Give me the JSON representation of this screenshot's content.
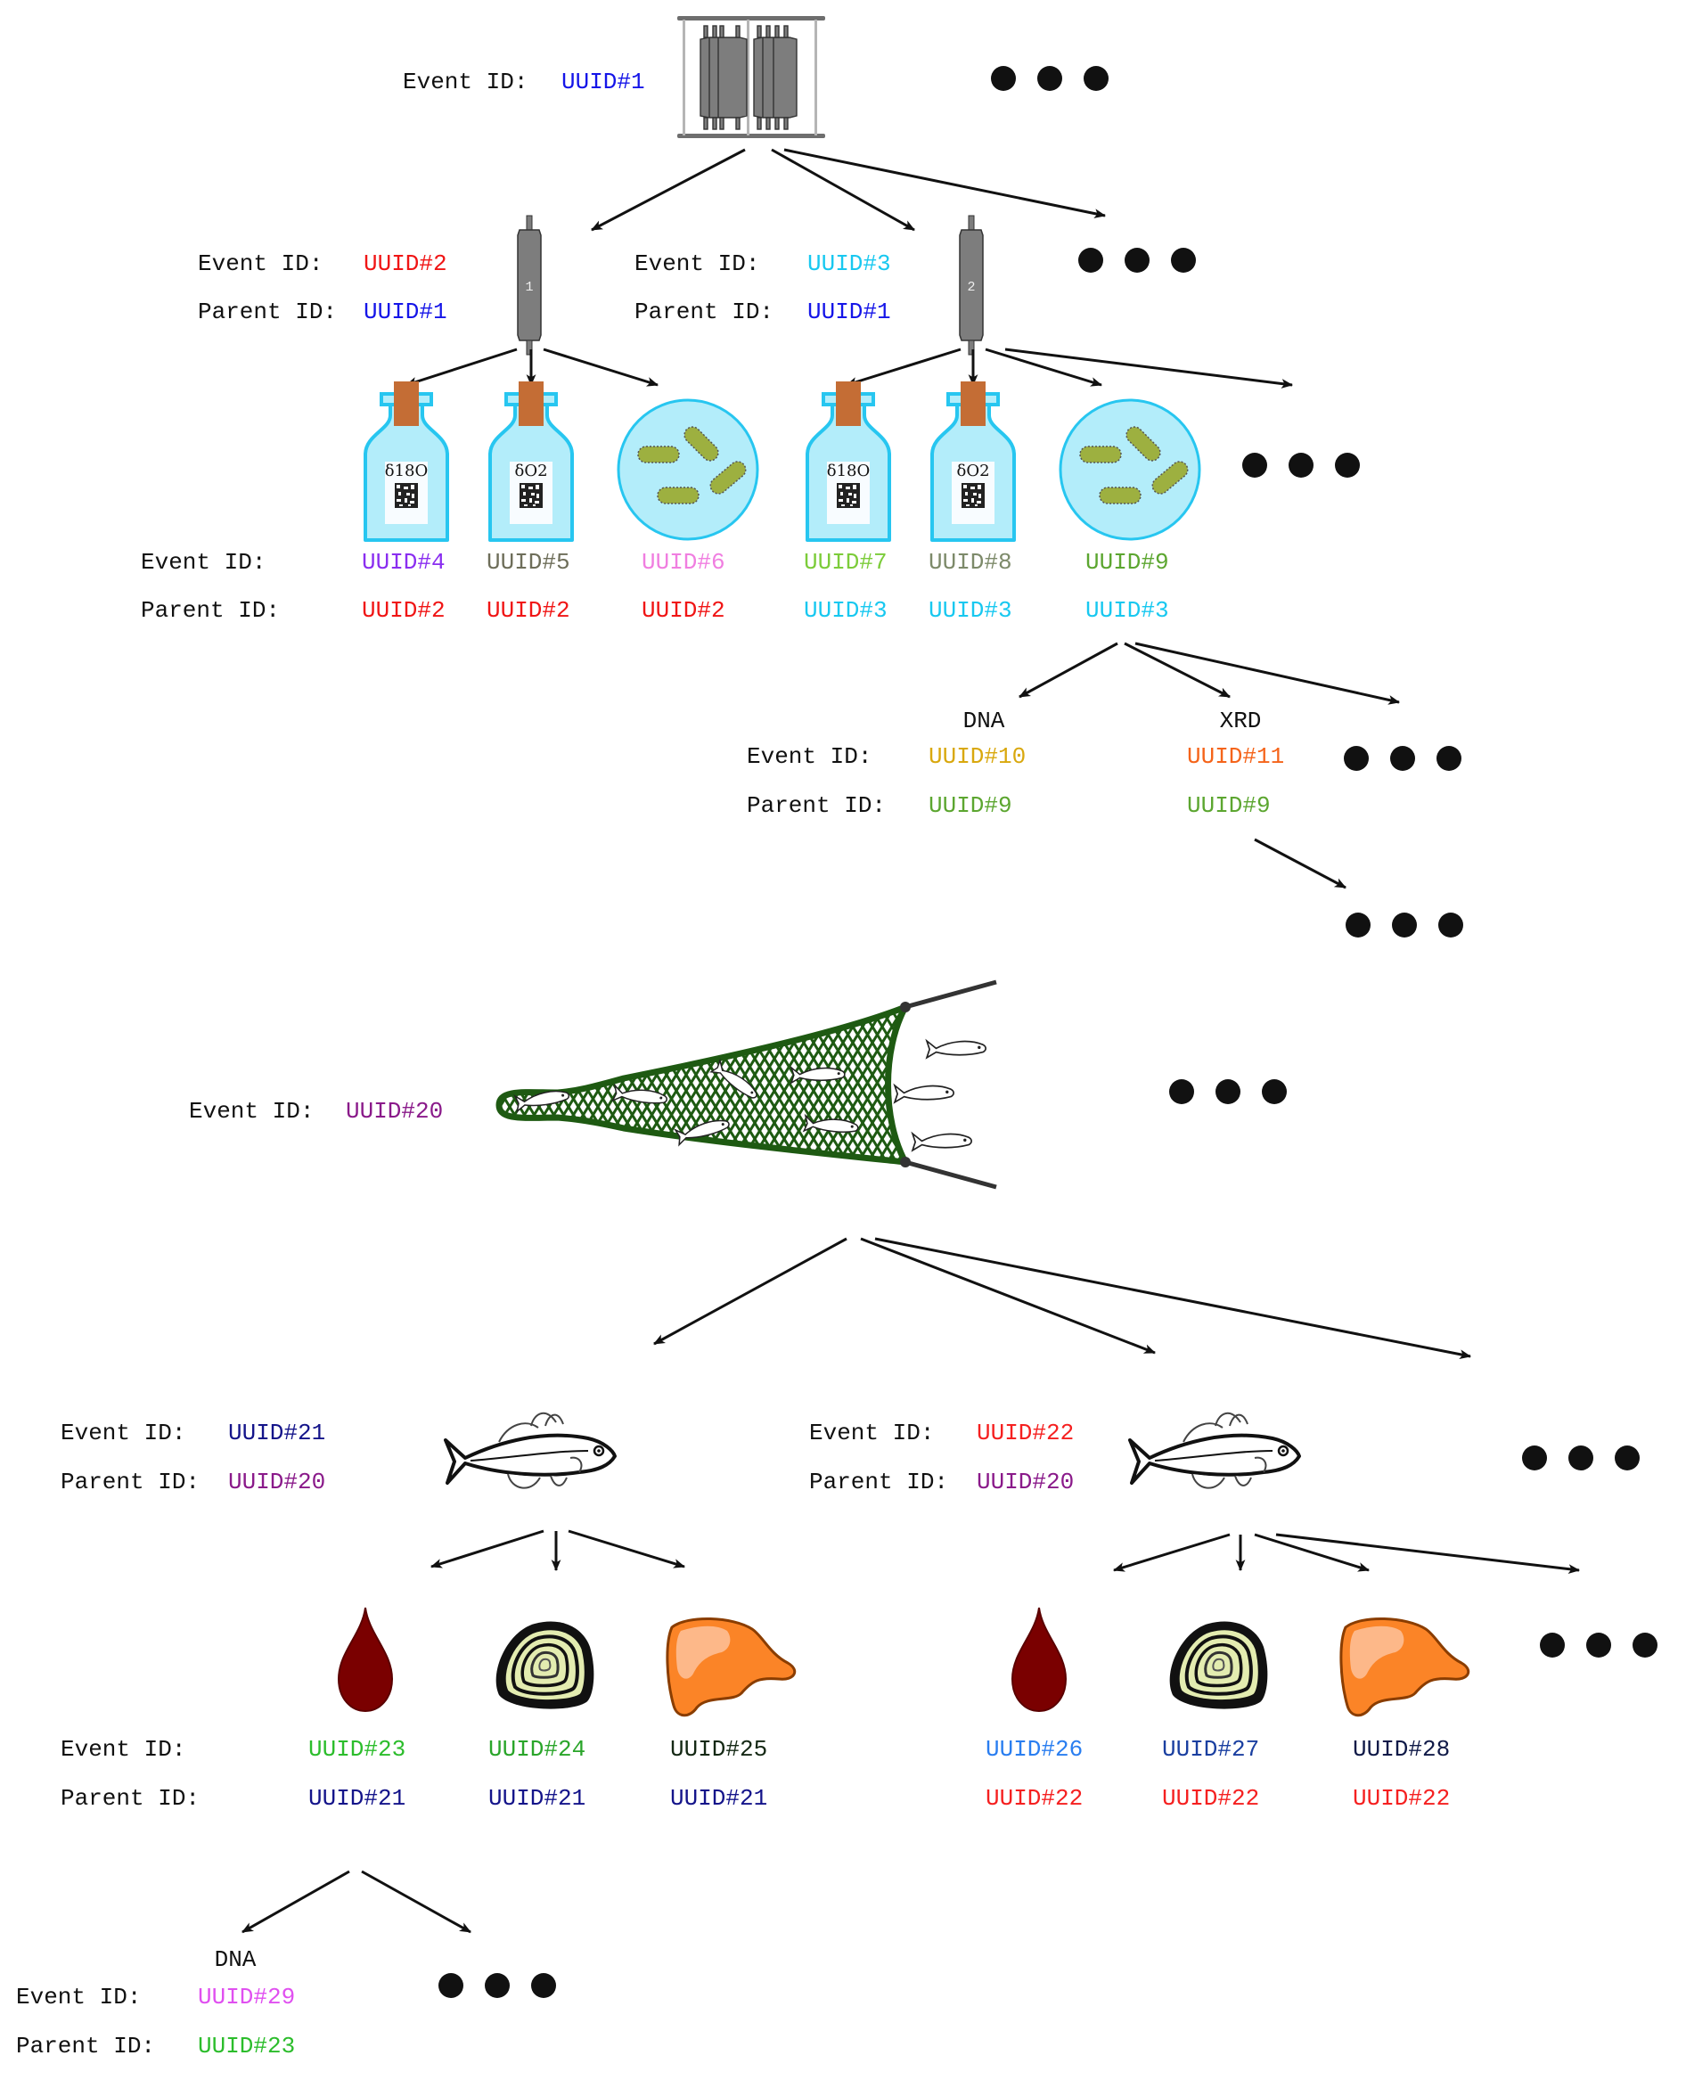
{
  "labels": {
    "event_id": "Event ID:",
    "parent_id": "Parent ID:",
    "dna": "DNA",
    "xrd": "XRD",
    "ellipsis": "more-items"
  },
  "colors": {
    "arrow": "#111111",
    "bottle_fill": "#b3edfa",
    "bottle_stroke": "#27c6f0",
    "cork": "#c46d35",
    "bacteria": "#9db040",
    "net": "#1e5a12",
    "blood": "#7a0000",
    "otolith_fill": "#e3ecb0",
    "liver": "#fb8427",
    "liver_highlight": "#fdb889",
    "column": "#7d7d7d"
  },
  "events": {
    "e1": {
      "id": "UUID#1",
      "color": "#1515e8"
    },
    "e2": {
      "id": "UUID#2",
      "color": "#f01515",
      "parent": "UUID#1",
      "parent_color": "#1515e8",
      "column_label": "1"
    },
    "e3": {
      "id": "UUID#3",
      "color": "#18c8f0",
      "parent": "UUID#1",
      "parent_color": "#1515e8",
      "column_label": "2"
    },
    "e4": {
      "id": "UUID#4",
      "color": "#8a2ef0",
      "parent": "UUID#2",
      "parent_color": "#f01515",
      "sample_label": "δ18O"
    },
    "e5": {
      "id": "UUID#5",
      "color": "#6e6e5a",
      "parent": "UUID#2",
      "parent_color": "#f01515",
      "sample_label": "δO2"
    },
    "e6": {
      "id": "UUID#6",
      "color": "#f07ee0",
      "parent": "UUID#2",
      "parent_color": "#f01515"
    },
    "e7": {
      "id": "UUID#7",
      "color": "#7ccc3a",
      "parent": "UUID#3",
      "parent_color": "#18c8f0",
      "sample_label": "δ18O"
    },
    "e8": {
      "id": "UUID#8",
      "color": "#7d8a6a",
      "parent": "UUID#3",
      "parent_color": "#18c8f0",
      "sample_label": "δO2"
    },
    "e9": {
      "id": "UUID#9",
      "color": "#5ca630",
      "parent": "UUID#3",
      "parent_color": "#18c8f0"
    },
    "e10": {
      "id": "UUID#10",
      "color": "#d9a80e",
      "parent": "UUID#9",
      "parent_color": "#5ca630"
    },
    "e11": {
      "id": "UUID#11",
      "color": "#f5641a",
      "parent": "UUID#9",
      "parent_color": "#5ca630"
    },
    "e20": {
      "id": "UUID#20",
      "color": "#8a1a8a"
    },
    "e21": {
      "id": "UUID#21",
      "color": "#14148a",
      "parent": "UUID#20",
      "parent_color": "#8a1a8a"
    },
    "e22": {
      "id": "UUID#22",
      "color": "#f52020",
      "parent": "UUID#20",
      "parent_color": "#8a1a8a"
    },
    "e23": {
      "id": "UUID#23",
      "color": "#2cbd2c",
      "parent": "UUID#21",
      "parent_color": "#14148a"
    },
    "e24": {
      "id": "UUID#24",
      "color": "#2aa52a",
      "parent": "UUID#21",
      "parent_color": "#14148a"
    },
    "e25": {
      "id": "UUID#25",
      "color": "#142814",
      "parent": "UUID#21",
      "parent_color": "#14148a"
    },
    "e26": {
      "id": "UUID#26",
      "color": "#2a7ef0",
      "parent": "UUID#22",
      "parent_color": "#f52020"
    },
    "e27": {
      "id": "UUID#27",
      "color": "#1a3fa0",
      "parent": "UUID#22",
      "parent_color": "#f52020"
    },
    "e28": {
      "id": "UUID#28",
      "color": "#101a48",
      "parent": "UUID#22",
      "parent_color": "#f52020"
    },
    "e29": {
      "id": "UUID#29",
      "color": "#e050f0",
      "parent": "UUID#23",
      "parent_color": "#2cbd2c"
    }
  }
}
